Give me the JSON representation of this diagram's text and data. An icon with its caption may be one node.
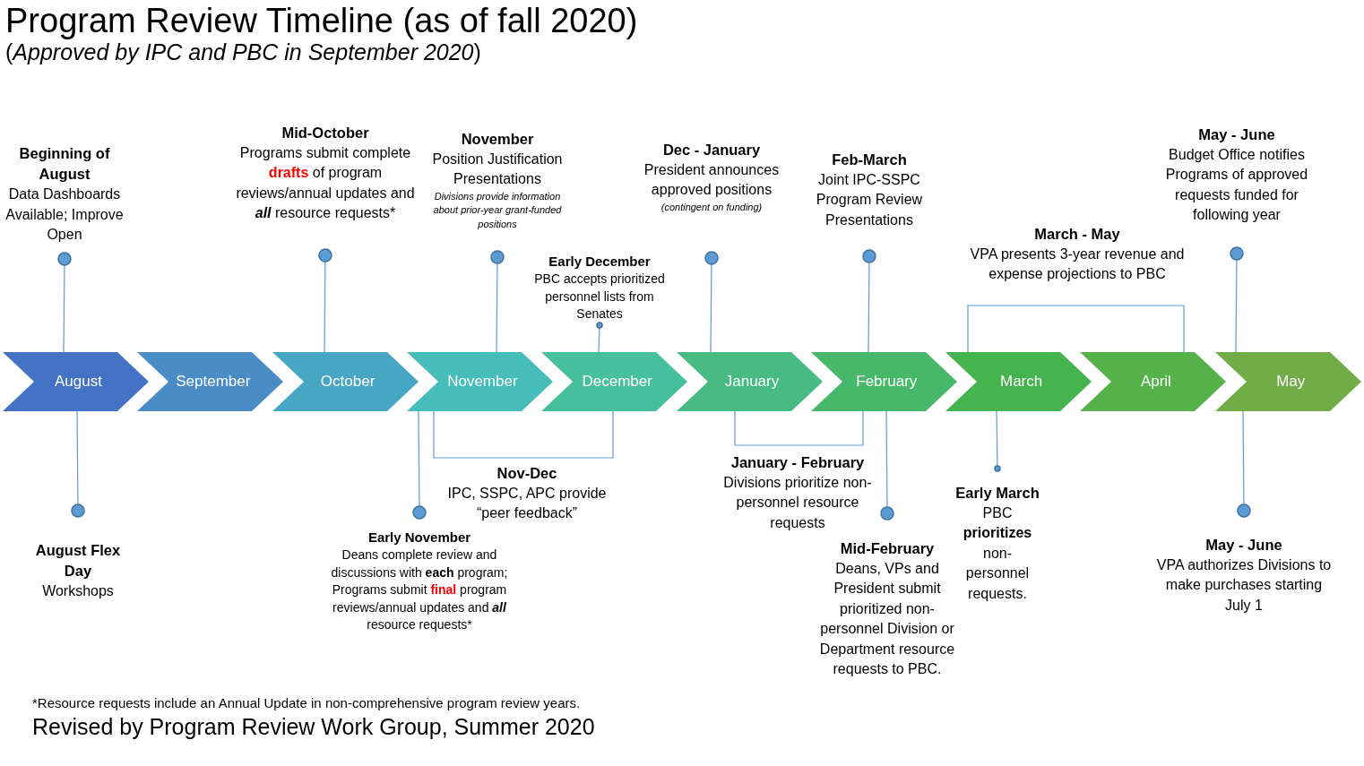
{
  "diagram": {
    "title": "Program Review Timeline (as of fall 2020)",
    "caption": "Revised by Program Review Work Group, Summer 2020",
    "nodes": [
      {
        "text": [
          "August"
        ]
      },
      {
        "text": [
          "September"
        ]
      },
      {
        "text": [
          "October"
        ]
      },
      {
        "text": [
          "November"
        ]
      },
      {
        "text": [
          "December"
        ]
      },
      {
        "text": [
          "January"
        ]
      },
      {
        "text": [
          "February"
        ]
      },
      {
        "text": [
          "March"
        ]
      },
      {
        "text": [
          "April"
        ]
      },
      {
        "text": [
          "May"
        ]
      },
      {
        "text": [
          "Beginning of August",
          "Data Dashboards Available; Improve Open"
        ]
      },
      {
        "text": [
          "Mid-October",
          "Programs submit complete **drafts** of program reviews/annual updates and **all** resource requests*"
        ]
      },
      {
        "text": [
          "November",
          "Position Justification Presentations",
          "Divisions provide information about prior-year grant-funded positions"
        ]
      },
      {
        "text": [
          "Early December",
          "PBC accepts prioritized personnel lists from Senates"
        ]
      },
      {
        "text": [
          "Dec - January",
          "President announces approved positions",
          "(contingent on funding)"
        ]
      },
      {
        "text": [
          "Feb-March",
          "Joint IPC-SSPC Program Review Presentations"
        ]
      },
      {
        "text": [
          "March - May",
          "VPA presents 3-year revenue and expense projections to PBC"
        ]
      },
      {
        "text": [
          "May - June",
          "Budget Office notifies Programs of approved requests funded for following year"
        ]
      },
      {
        "text": [
          "August Flex Day",
          "Workshops"
        ]
      },
      {
        "text": [
          "Early November",
          "Deans complete review and discussions with **each** program; Programs submit **final** program reviews/annual updates and **all** resource requests*"
        ]
      },
      {
        "text": [
          "Nov-Dec",
          "IPC, SSPC, APC provide “peer feedback”"
        ]
      },
      {
        "text": [
          "January - February",
          "Divisions prioritize non-personnel resource requests"
        ]
      },
      {
        "text": [
          "Mid-February",
          "Deans, VPs and President submit prioritized non-personnel Division or Department resource requests to PBC."
        ]
      },
      {
        "text": [
          "Early March",
          "PBC **prioritizes** non-personnel requests."
        ]
      },
      {
        "text": [
          "May - June",
          "VPA authorizes Divisions to make purchases starting July 1"
        ]
      }
    ],
    "edges": [
      {
        "from": 10,
        "to": 0,
        "arrow": "other"
      },
      {
        "from": 11,
        "to": 2,
        "arrow": "other"
      },
      {
        "from": 12,
        "to": 3,
        "arrow": "other"
      },
      {
        "from": 13,
        "to": 4,
        "arrow": "other"
      },
      {
        "from": 14,
        "to": 5,
        "arrow": "other"
      },
      {
        "from": 15,
        "to": 6,
        "arrow": "other"
      },
      {
        "from": 17,
        "to": 9,
        "arrow": "other"
      },
      {
        "from": 18,
        "to": 0,
        "arrow": "other"
      },
      {
        "from": 19,
        "to": 3,
        "arrow": "other"
      },
      {
        "from": 22,
        "to": 6,
        "arrow": "other"
      },
      {
        "from": 23,
        "to": 7,
        "arrow": "other"
      },
      {
        "from": 24,
        "to": 9,
        "arrow": "other"
      }
    ],
    "labels": [
      "(*Approved by IPC and PBC in September 2020*)",
      "*Resource requests include an Annual Update in non-comprehensive program review years."
    ]
  }
}
